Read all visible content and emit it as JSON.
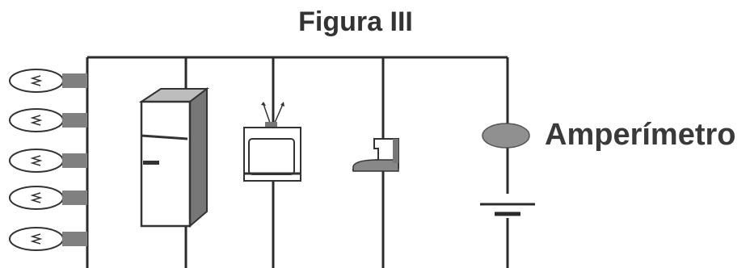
{
  "diagram": {
    "title": "Figura III",
    "ammeter_label": "Amperímetro",
    "lamps": [
      {
        "name": "lamp-1"
      },
      {
        "name": "lamp-2"
      },
      {
        "name": "lamp-3"
      },
      {
        "name": "lamp-4"
      },
      {
        "name": "lamp-5"
      }
    ],
    "appliances": [
      "refrigerator-icon",
      "television-icon",
      "iron-icon",
      "ammeter-icon",
      "battery-icon"
    ],
    "colors": {
      "wire": "#2b2b2b",
      "lamp_socket": "#808080",
      "ammeter_fill": "#909090",
      "fridge_side": "#777777",
      "fridge_top": "#bdbdbd",
      "text": "#333333"
    }
  }
}
